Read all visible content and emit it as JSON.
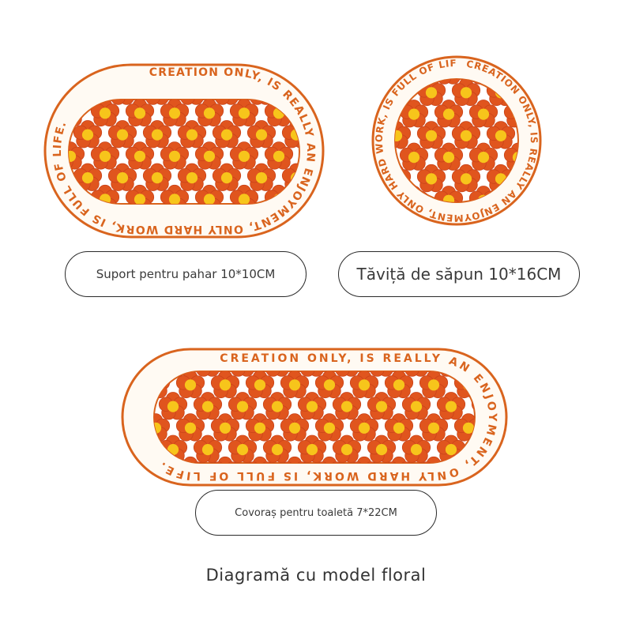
{
  "products": [
    {
      "id": "oval",
      "ring_text": "CREATION ONLY, IS REALLY AN ENJOYMENT, ONLY HARD WORK, IS FULL OF LIFE.",
      "label": "Suport pentru pahar 10*10CM"
    },
    {
      "id": "round",
      "ring_text": "CREATION ONLY, IS REALLY AN ENJOYMENT, ONLY HARD WORK, IS FULL OF LIFE.",
      "label": "Tăviță de săpun 10*16CM"
    },
    {
      "id": "long",
      "ring_text": "CREATION ONLY, IS REALLY AN ENJOYMENT, ONLY HARD WORK, IS FULL OF LIFE.",
      "label": "Covoraș pentru toaletă 7*22CM"
    }
  ],
  "caption": "Diagramă cu model floral",
  "colors": {
    "ring_orange": "#d9641e",
    "petal_orange": "#e0551e",
    "petal_dark": "#c9441a",
    "flower_center": "#f7c51b",
    "cream_bg": "#fffaf3"
  },
  "icons": [
    "orange-flower-icon"
  ]
}
